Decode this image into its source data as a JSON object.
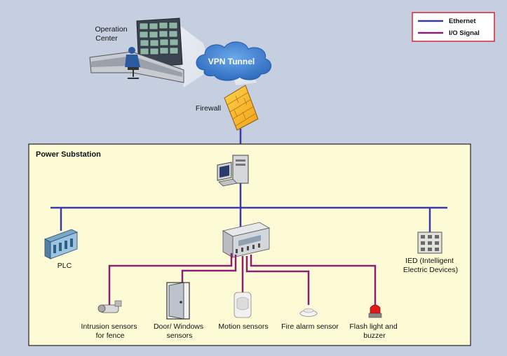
{
  "legend": {
    "ethernet": "Ethernet",
    "io_signal": "I/O Signal",
    "ethernet_color": "#3a3aa8",
    "io_color": "#8a1f7a"
  },
  "operation_center": {
    "line1": "Operation",
    "line2": "Center"
  },
  "vpn_tunnel": "VPN Tunnel",
  "firewall": "Firewall",
  "substation": {
    "title": "Power Substation",
    "fill": "#fdfbd6"
  },
  "plc": "PLC",
  "ied": {
    "line1": "IED (Intelligent",
    "line2": "Electric Devices)"
  },
  "sensors": [
    {
      "id": "intrusion",
      "line1": "Intrusion sensors",
      "line2": "for fence"
    },
    {
      "id": "door",
      "line1": "Door/ Windows",
      "line2": "sensors"
    },
    {
      "id": "motion",
      "line1": "Motion sensors",
      "line2": ""
    },
    {
      "id": "fire",
      "line1": "Fire alarm sensor",
      "line2": ""
    },
    {
      "id": "flash",
      "line1": "Flash light and",
      "line2": "buzzer"
    }
  ]
}
